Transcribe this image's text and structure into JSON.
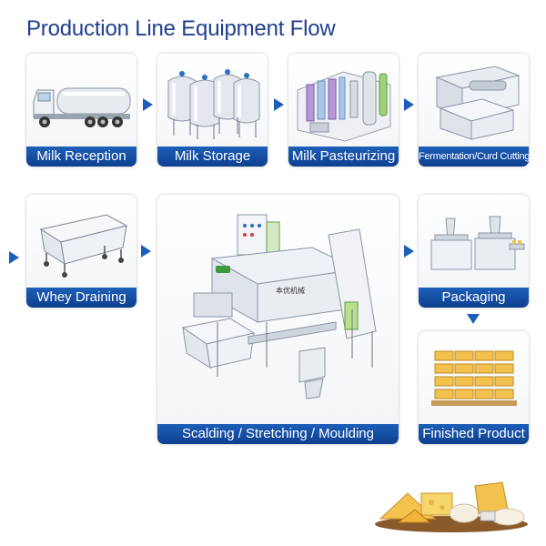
{
  "title": "Production Line Equipment Flow",
  "steps": [
    {
      "label": "Milk Reception",
      "icon": "milk-tanker-truck-icon"
    },
    {
      "label": "Milk Storage",
      "icon": "storage-tanks-icon"
    },
    {
      "label": "Milk Pasteurizing",
      "icon": "pasteurizer-icon"
    },
    {
      "label": "Fermentation/Curd Cutting",
      "icon": "curd-vat-icon"
    },
    {
      "label": "Whey Draining",
      "icon": "draining-cart-icon"
    },
    {
      "label": "Scalding / Stretching / Moulding",
      "icon": "stretching-machine-icon"
    },
    {
      "label": "Packaging",
      "icon": "packaging-machine-icon"
    },
    {
      "label": "Finished Product",
      "icon": "cheese-pallet-icon"
    }
  ],
  "machine_text": "本优机械",
  "colors": {
    "accent": "#1d5fb8",
    "title": "#1f3f8f",
    "cheese": "#f2c14e"
  }
}
